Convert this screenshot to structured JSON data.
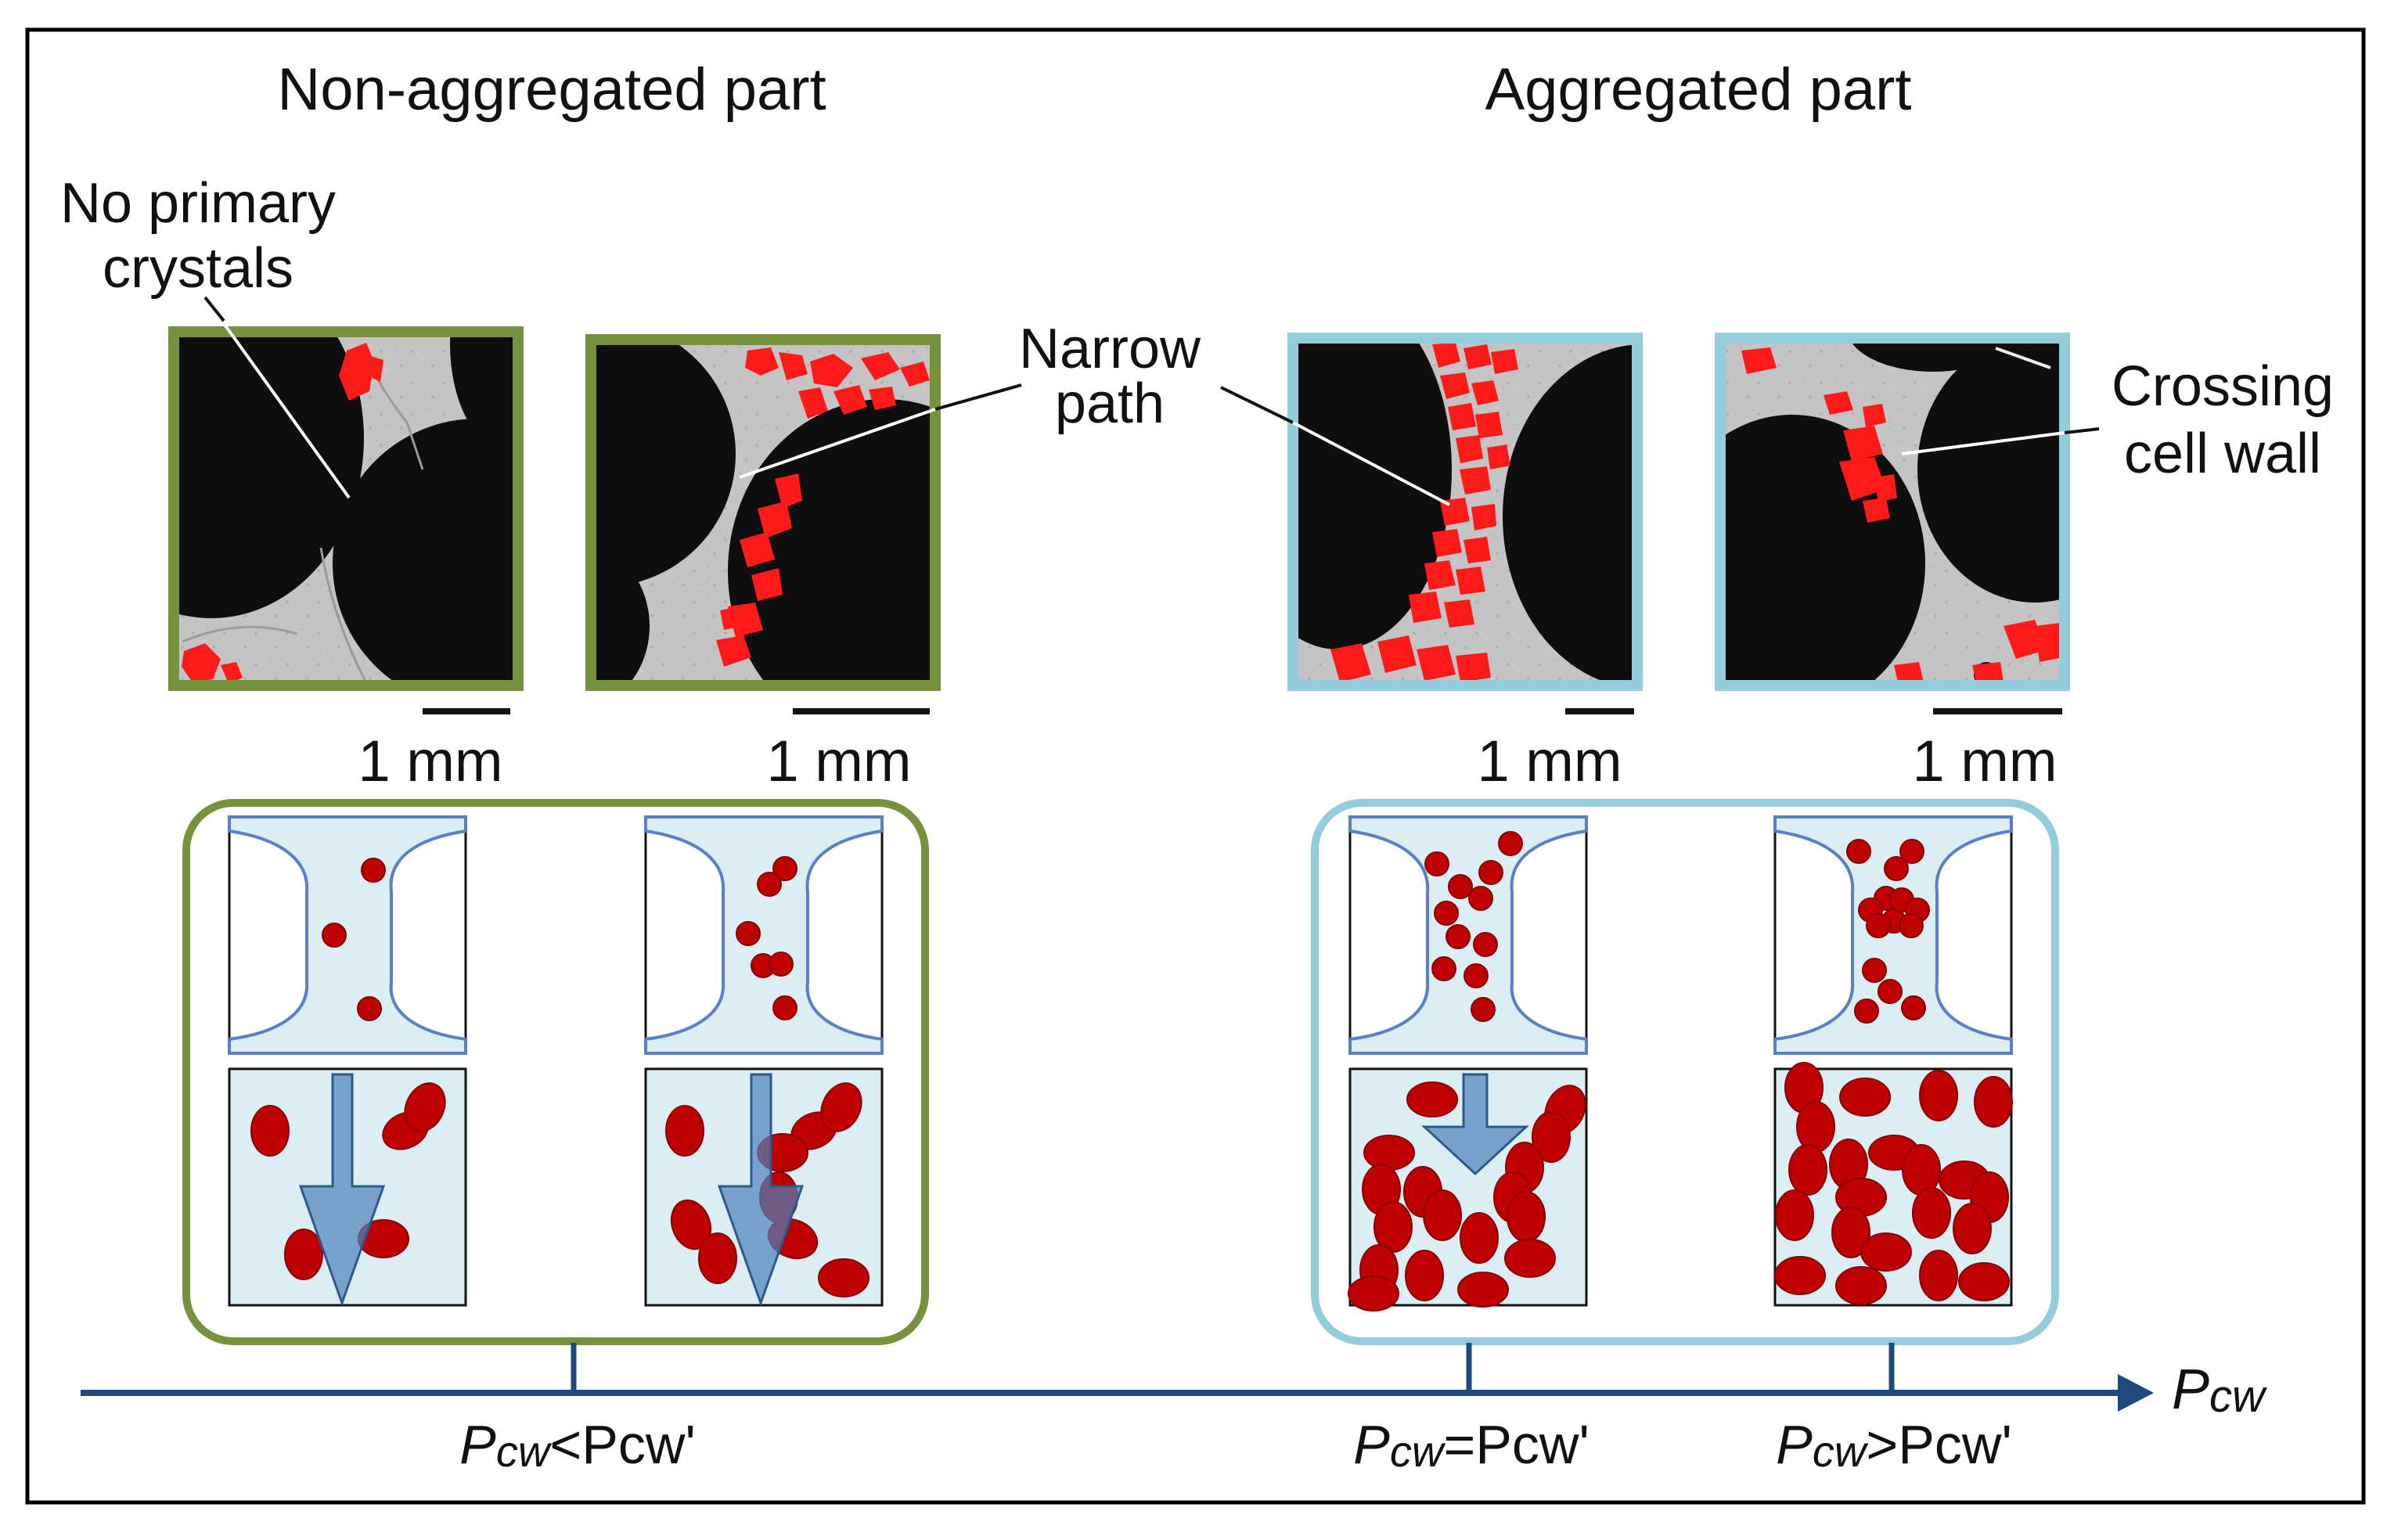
{
  "headings": {
    "left": "Non-aggregated part",
    "right": "Aggregated part"
  },
  "annotations": {
    "no_primary_line1": "No primary",
    "no_primary_line2": "crystals",
    "narrow_line1": "Narrow",
    "narrow_line2": "path",
    "crossing_line1": "Crossing",
    "crossing_line2": "cell wall"
  },
  "scale_bars": [
    {
      "label": "1 mm"
    },
    {
      "label": "1 mm"
    },
    {
      "label": "1 mm"
    },
    {
      "label": "1 mm"
    }
  ],
  "axis": {
    "main": "P",
    "sub": "cw"
  },
  "ticks": [
    {
      "main": "P",
      "sub": "cw",
      "rel": "<Pcw'"
    },
    {
      "main": "P",
      "sub": "cw",
      "rel": "=Pcw'"
    },
    {
      "main": "P",
      "sub": "cw",
      "rel": ">Pcw'"
    }
  ],
  "colors": {
    "non_aggregated_frame": "#76923c",
    "aggregated_frame": "#93cddd",
    "crystal_photo": "#ff1a1a",
    "crystal_schematic": "#c00000",
    "axis": "#1f497d",
    "liquid": "#dbeef4",
    "arrow": "#4f81bd"
  }
}
